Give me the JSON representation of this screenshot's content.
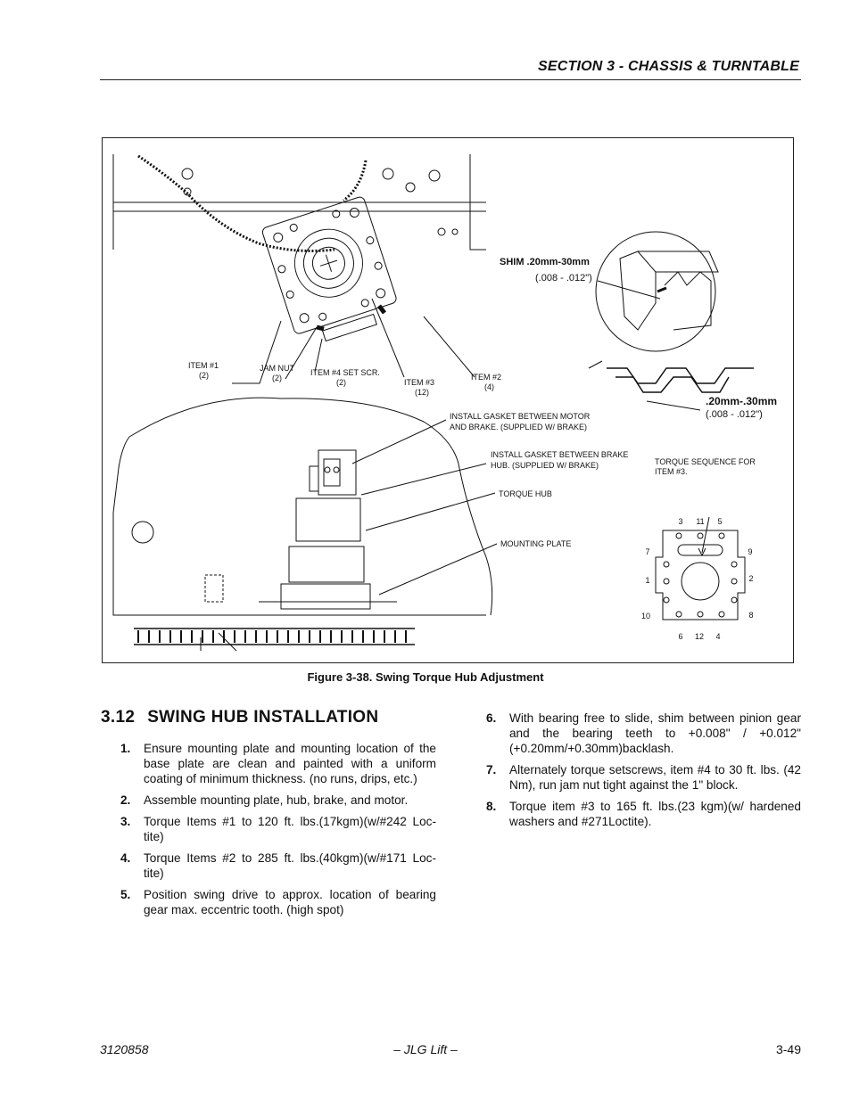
{
  "header": {
    "section_title": "SECTION 3 - CHASSIS & TURNTABLE"
  },
  "figure": {
    "caption": "Figure 3-38.  Swing Torque Hub Adjustment",
    "labels": {
      "item1": "ITEM #1",
      "item1_qty": "(2)",
      "jam_nut": "JAM NUT",
      "jam_nut_qty": "(2)",
      "item4": "ITEM #4 SET SCR.",
      "item4_qty": "(2)",
      "item3": "ITEM #3",
      "item3_qty": "(12)",
      "item2": "ITEM #2",
      "item2_qty": "(4)",
      "shim_line1": "SHIM  .20mm-30mm",
      "shim_line2": "(.008 - .012\")",
      "backlash_line1": ".20mm-.30mm",
      "backlash_line2": "(.008 - .012\")",
      "gasket_motor_1": "INSTALL GASKET BETWEEN MOTOR",
      "gasket_motor_2": "AND BRAKE. (SUPPLIED W/ BRAKE)",
      "gasket_brake_1": "INSTALL GASKET BETWEEN BRAKE",
      "gasket_brake_2": "HUB. (SUPPLIED W/ BRAKE)",
      "torque_hub": "TORQUE HUB",
      "mounting_plate": "MOUNTING PLATE",
      "torque_seq_1": "TORQUE SEQUENCE FOR",
      "torque_seq_2": "ITEM #3.",
      "seq": [
        "3",
        "11",
        "5",
        "7",
        "9",
        "1",
        "2",
        "10",
        "8",
        "6",
        "12",
        "4"
      ]
    }
  },
  "section": {
    "number": "3.12",
    "title": "SWING HUB INSTALLATION",
    "steps": [
      {
        "n": "1.",
        "text": "Ensure mounting plate and mounting location of the base plate are clean and painted with a uniform coating of minimum thickness. (no runs, drips, etc.)"
      },
      {
        "n": "2.",
        "text": "Assemble mounting plate, hub, brake, and motor."
      },
      {
        "n": "3.",
        "text": "Torque Items #1 to 120 ft. lbs.(17kgm)(w/#242 Loc-tite)"
      },
      {
        "n": "4.",
        "text": "Torque Items #2 to 285 ft. lbs.(40kgm)(w/#171 Loc-tite)"
      },
      {
        "n": "5.",
        "text": "Position swing drive to approx. location of bearing gear max. eccentric tooth. (high spot)"
      },
      {
        "n": "6.",
        "text": "With bearing free to slide, shim between pinion gear and the bearing teeth to +0.008\" / +0.012\" (+0.20mm/+0.30mm)backlash."
      },
      {
        "n": "7.",
        "text": "Alternately torque setscrews, item #4 to 30 ft. lbs. (42 Nm), run jam nut tight against the 1\" block."
      },
      {
        "n": "8.",
        "text": "Torque item #3 to 165 ft. lbs.(23 kgm)(w/ hardened washers and #271Loctite)."
      }
    ]
  },
  "footer": {
    "doc_number": "3120858",
    "publisher": "– JLG Lift –",
    "page": "3-49"
  }
}
